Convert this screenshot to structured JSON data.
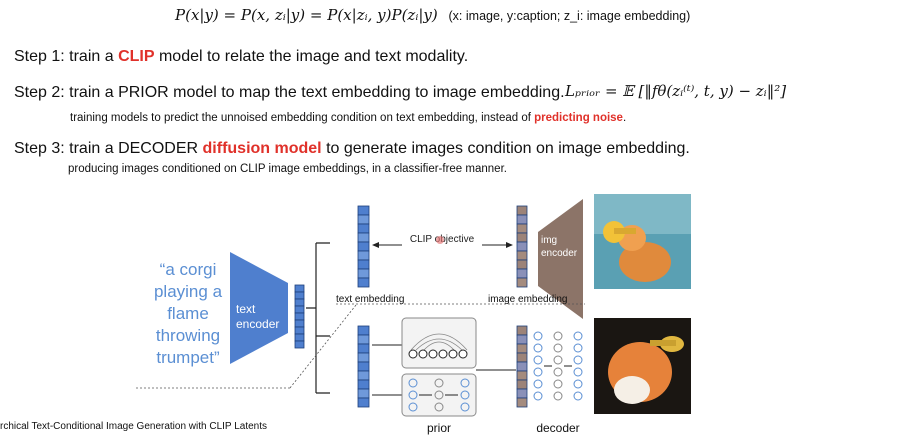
{
  "formula": {
    "main": "P(x|y) = P(x, zᵢ|y) = P(x|zᵢ, y)P(zᵢ|y)",
    "note": "(x: image, y:caption; z_i: image embedding)"
  },
  "step1": {
    "prefix": "Step 1: train a ",
    "highlight": "CLIP",
    "suffix": " model to relate the image and text modality."
  },
  "step2": {
    "text": "Step 2: train a PRIOR model to map the text embedding to image embedding.",
    "loss": "Lₚᵣᵢₒᵣ = 𝔼 [‖fθ(zᵢ⁽ᵗ⁾, t, y) − zᵢ‖²]",
    "sub_prefix": "training models to predict the unnoised embedding condition on text embedding, instead of ",
    "sub_highlight": "predicting noise",
    "sub_suffix": "."
  },
  "step3": {
    "prefix": "Step 3: train a DECODER ",
    "highlight": "diffusion model",
    "suffix": " to generate images condition on image embedding.",
    "sub": "producing images conditioned on CLIP image embeddings, in a classifier-free manner."
  },
  "diagram": {
    "caption_lines": [
      "“a corgi",
      "playing a",
      "flame",
      "throwing",
      "trumpet”"
    ],
    "text_encoder_lines": [
      "text",
      "encoder"
    ],
    "img_encoder_lines": [
      "img",
      "encoder"
    ],
    "clip_objective": "CLIP objective",
    "text_embedding": "text embedding",
    "image_embedding": "image embedding",
    "prior": "prior",
    "decoder": "decoder",
    "colors": {
      "blue": "#4f7fce",
      "brown": "#8c7468",
      "text_blue": "#5b8fd3"
    }
  },
  "footer": "rchical Text-Conditional Image Generation with CLIP Latents"
}
